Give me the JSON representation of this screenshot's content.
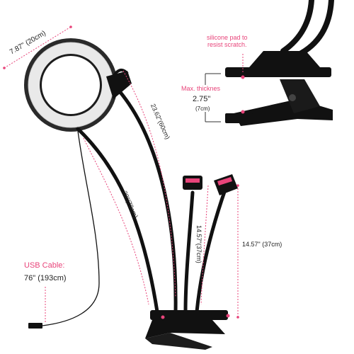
{
  "colors": {
    "accent": "#e8447a",
    "product": "#111111",
    "text": "#222222",
    "background": "#ffffff"
  },
  "ring": {
    "diameter_label": "7.87\" (20cm)"
  },
  "clamp_top": {
    "pad_note": "silicone pad to\nresist scratch.",
    "thickness_title": "Max. thicknes",
    "thickness_value": "2.75\"",
    "thickness_metric": "(7cm)"
  },
  "arms": {
    "short_arm_label": "23.62\"(60cm)",
    "long_arm_label": "30\"(78cm)",
    "phone_arm_label": "14.57\"(37cm)",
    "height_label": "14.57\" (37cm)"
  },
  "cable": {
    "title": "USB Cable:",
    "length": "76\" (193cm)"
  }
}
